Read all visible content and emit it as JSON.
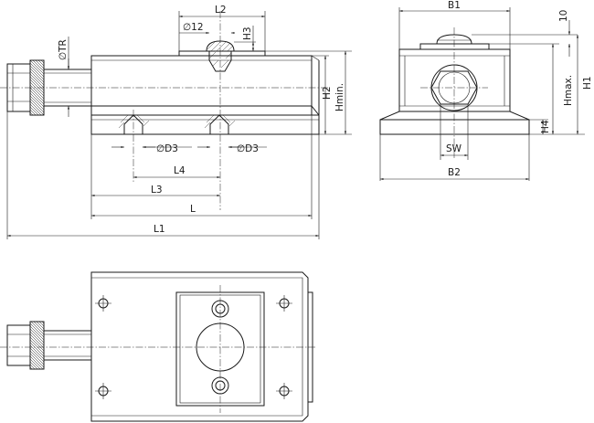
{
  "dimensions": {
    "L2": "L2",
    "D12": "∅12",
    "H3": "H3",
    "TR": "∅TR",
    "H2": "H2",
    "Hmin": "Hmin.",
    "D3_left": "∅D3",
    "D3_right": "∅D3",
    "L4": "L4",
    "L3": "L3",
    "L": "L",
    "L1": "L1",
    "B1": "B1",
    "ten": "10",
    "Hmax": "Hmax.",
    "H1": "H1",
    "H4": "H4",
    "SW": "SW",
    "B2": "B2"
  },
  "colors": {
    "line": "#1a1a1a",
    "background": "#ffffff"
  }
}
